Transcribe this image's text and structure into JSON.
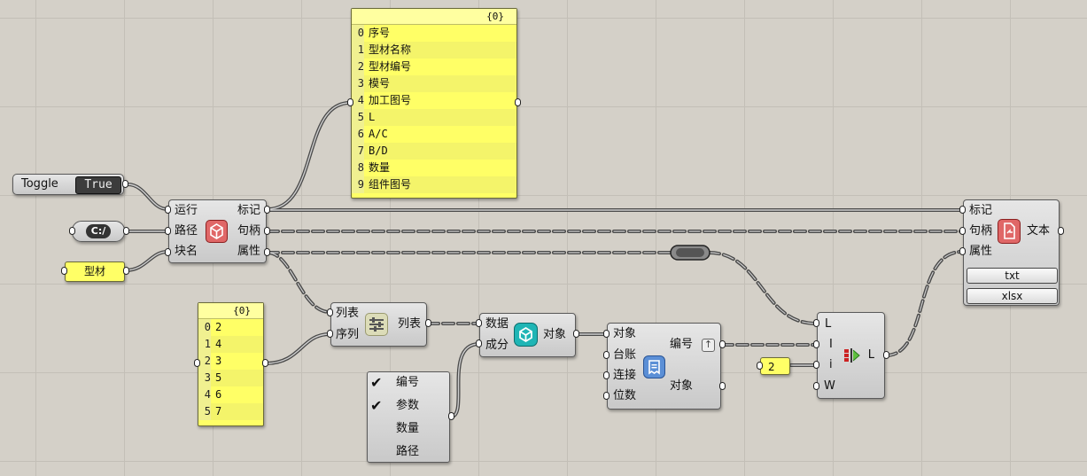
{
  "toggle": {
    "label": "Toggle",
    "value": "True"
  },
  "path_param": {
    "label": "C:/"
  },
  "block_name_panel": {
    "text": "型材"
  },
  "block_component": {
    "inputs": [
      "运行",
      "路径",
      "块名"
    ],
    "outputs": [
      "标记",
      "句柄",
      "属性"
    ],
    "icon": "cube-icon"
  },
  "attributes_panel": {
    "path": "{0}",
    "rows": [
      {
        "i": "0",
        "v": "序号"
      },
      {
        "i": "1",
        "v": "型材名称"
      },
      {
        "i": "2",
        "v": "型材编号"
      },
      {
        "i": "3",
        "v": "模号"
      },
      {
        "i": "4",
        "v": "加工图号"
      },
      {
        "i": "5",
        "v": "L"
      },
      {
        "i": "6",
        "v": "A/C"
      },
      {
        "i": "7",
        "v": "B/D"
      },
      {
        "i": "8",
        "v": "数量"
      },
      {
        "i": "9",
        "v": "组件图号"
      }
    ]
  },
  "index_panel": {
    "path": "{0}",
    "rows": [
      {
        "i": "0",
        "v": "2"
      },
      {
        "i": "1",
        "v": "4"
      },
      {
        "i": "2",
        "v": "3"
      },
      {
        "i": "3",
        "v": "5"
      },
      {
        "i": "4",
        "v": "6"
      },
      {
        "i": "5",
        "v": "7"
      }
    ]
  },
  "list_item": {
    "inputs": [
      "列表",
      "序列"
    ],
    "outputs": [
      "列表"
    ]
  },
  "value_list": {
    "items": [
      {
        "label": "编号",
        "checked": true
      },
      {
        "label": "参数",
        "checked": true
      },
      {
        "label": "数量",
        "checked": false
      },
      {
        "label": "路径",
        "checked": false
      }
    ]
  },
  "object_component": {
    "inputs": [
      "数据",
      "成分"
    ],
    "outputs": [
      "对象"
    ]
  },
  "ledger_component": {
    "inputs": [
      "对象",
      "台账",
      "连接",
      "位数"
    ],
    "outputs": [
      "编号",
      "对象"
    ]
  },
  "insert_component": {
    "inputs": [
      "L",
      "I",
      "i",
      "W"
    ],
    "outputs": [
      "L"
    ]
  },
  "number_slider": {
    "value": "2"
  },
  "export_component": {
    "inputs": [
      "标记",
      "句柄",
      "属性"
    ],
    "outputs": [
      "文本"
    ],
    "buttons": [
      "txt",
      "xlsx"
    ]
  },
  "colors": {
    "panel_yellow": "#ffff66",
    "canvas": "#d4d0c8",
    "wire": "#555555",
    "block_icon_red": "#d9534f",
    "object_icon_teal": "#1fb5b5",
    "ledger_icon_blue": "#5b8fd6"
  }
}
